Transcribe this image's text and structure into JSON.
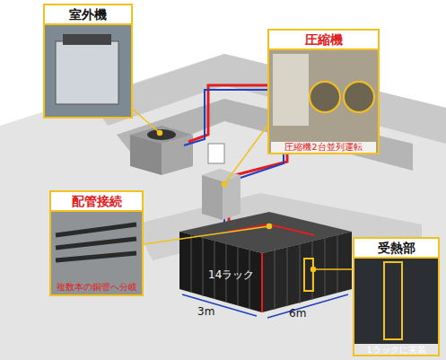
{
  "diagram": {
    "nodes": [
      {
        "text": [
          "室外機"
        ]
      },
      {
        "text": [
          "圧縮機",
          "圧縮機2台並列運転"
        ]
      },
      {
        "text": [
          "配管接続",
          "複数本の銅管へ分岐"
        ]
      },
      {
        "text": [
          "受熱部",
          "1ラックに実装"
        ]
      }
    ],
    "labels": [
      "14ラック",
      "3m",
      "6m"
    ]
  }
}
